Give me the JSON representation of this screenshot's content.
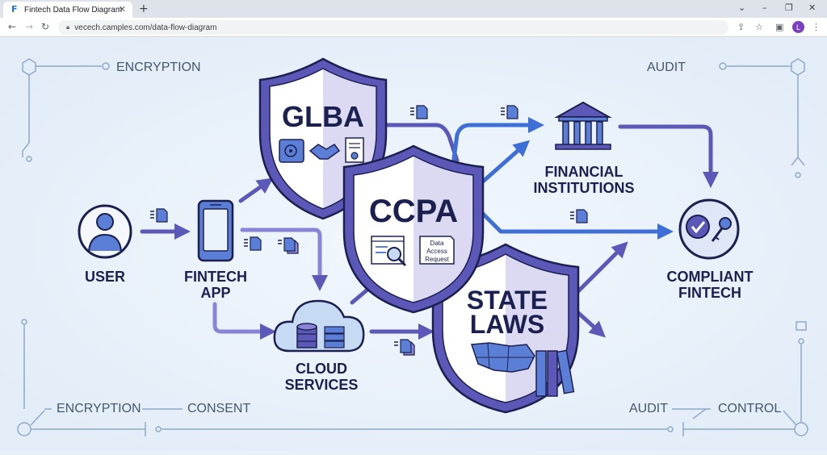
{
  "browser": {
    "tab_title": "Fintech Data Flow Diagram",
    "favicon": "F",
    "close_glyph": "✕",
    "new_tab_glyph": "+",
    "url": "vecech.camples.com/data-flow-diagram",
    "profile_initial": "L"
  },
  "diagram": {
    "corner_labels": {
      "top_left": "ENCRYPTION",
      "top_right": "AUDIT",
      "bottom_left_1": "ENCRYPTION",
      "bottom_left_2": "CONSENT",
      "bottom_right_1": "AUDIT",
      "bottom_right_2": "CONTROL"
    },
    "nodes": {
      "user": "USER",
      "fintech_app_line1": "FINTECH",
      "fintech_app_line2": "APP",
      "cloud_line1": "CLOUD",
      "cloud_line2": "SERVICES",
      "institutions_line1": "FINANCIAL",
      "institutions_line2": "INSTITUTIONS",
      "compliant_line1": "COMPLIANT",
      "compliant_line2": "FINTECH"
    },
    "shields": {
      "glba": "GLBA",
      "ccpa": "CCPA",
      "ccpa_note_1": "Data",
      "ccpa_note_2": "Access",
      "ccpa_note_3": "Request",
      "state_line1": "STATE",
      "state_line2": "LAWS"
    },
    "colors": {
      "background": "#e8f1fa",
      "navy": "#1c2050",
      "purple": "#5b58b8",
      "blue_arrow": "#3d6fd6",
      "lilac": "#8a84d6"
    }
  }
}
